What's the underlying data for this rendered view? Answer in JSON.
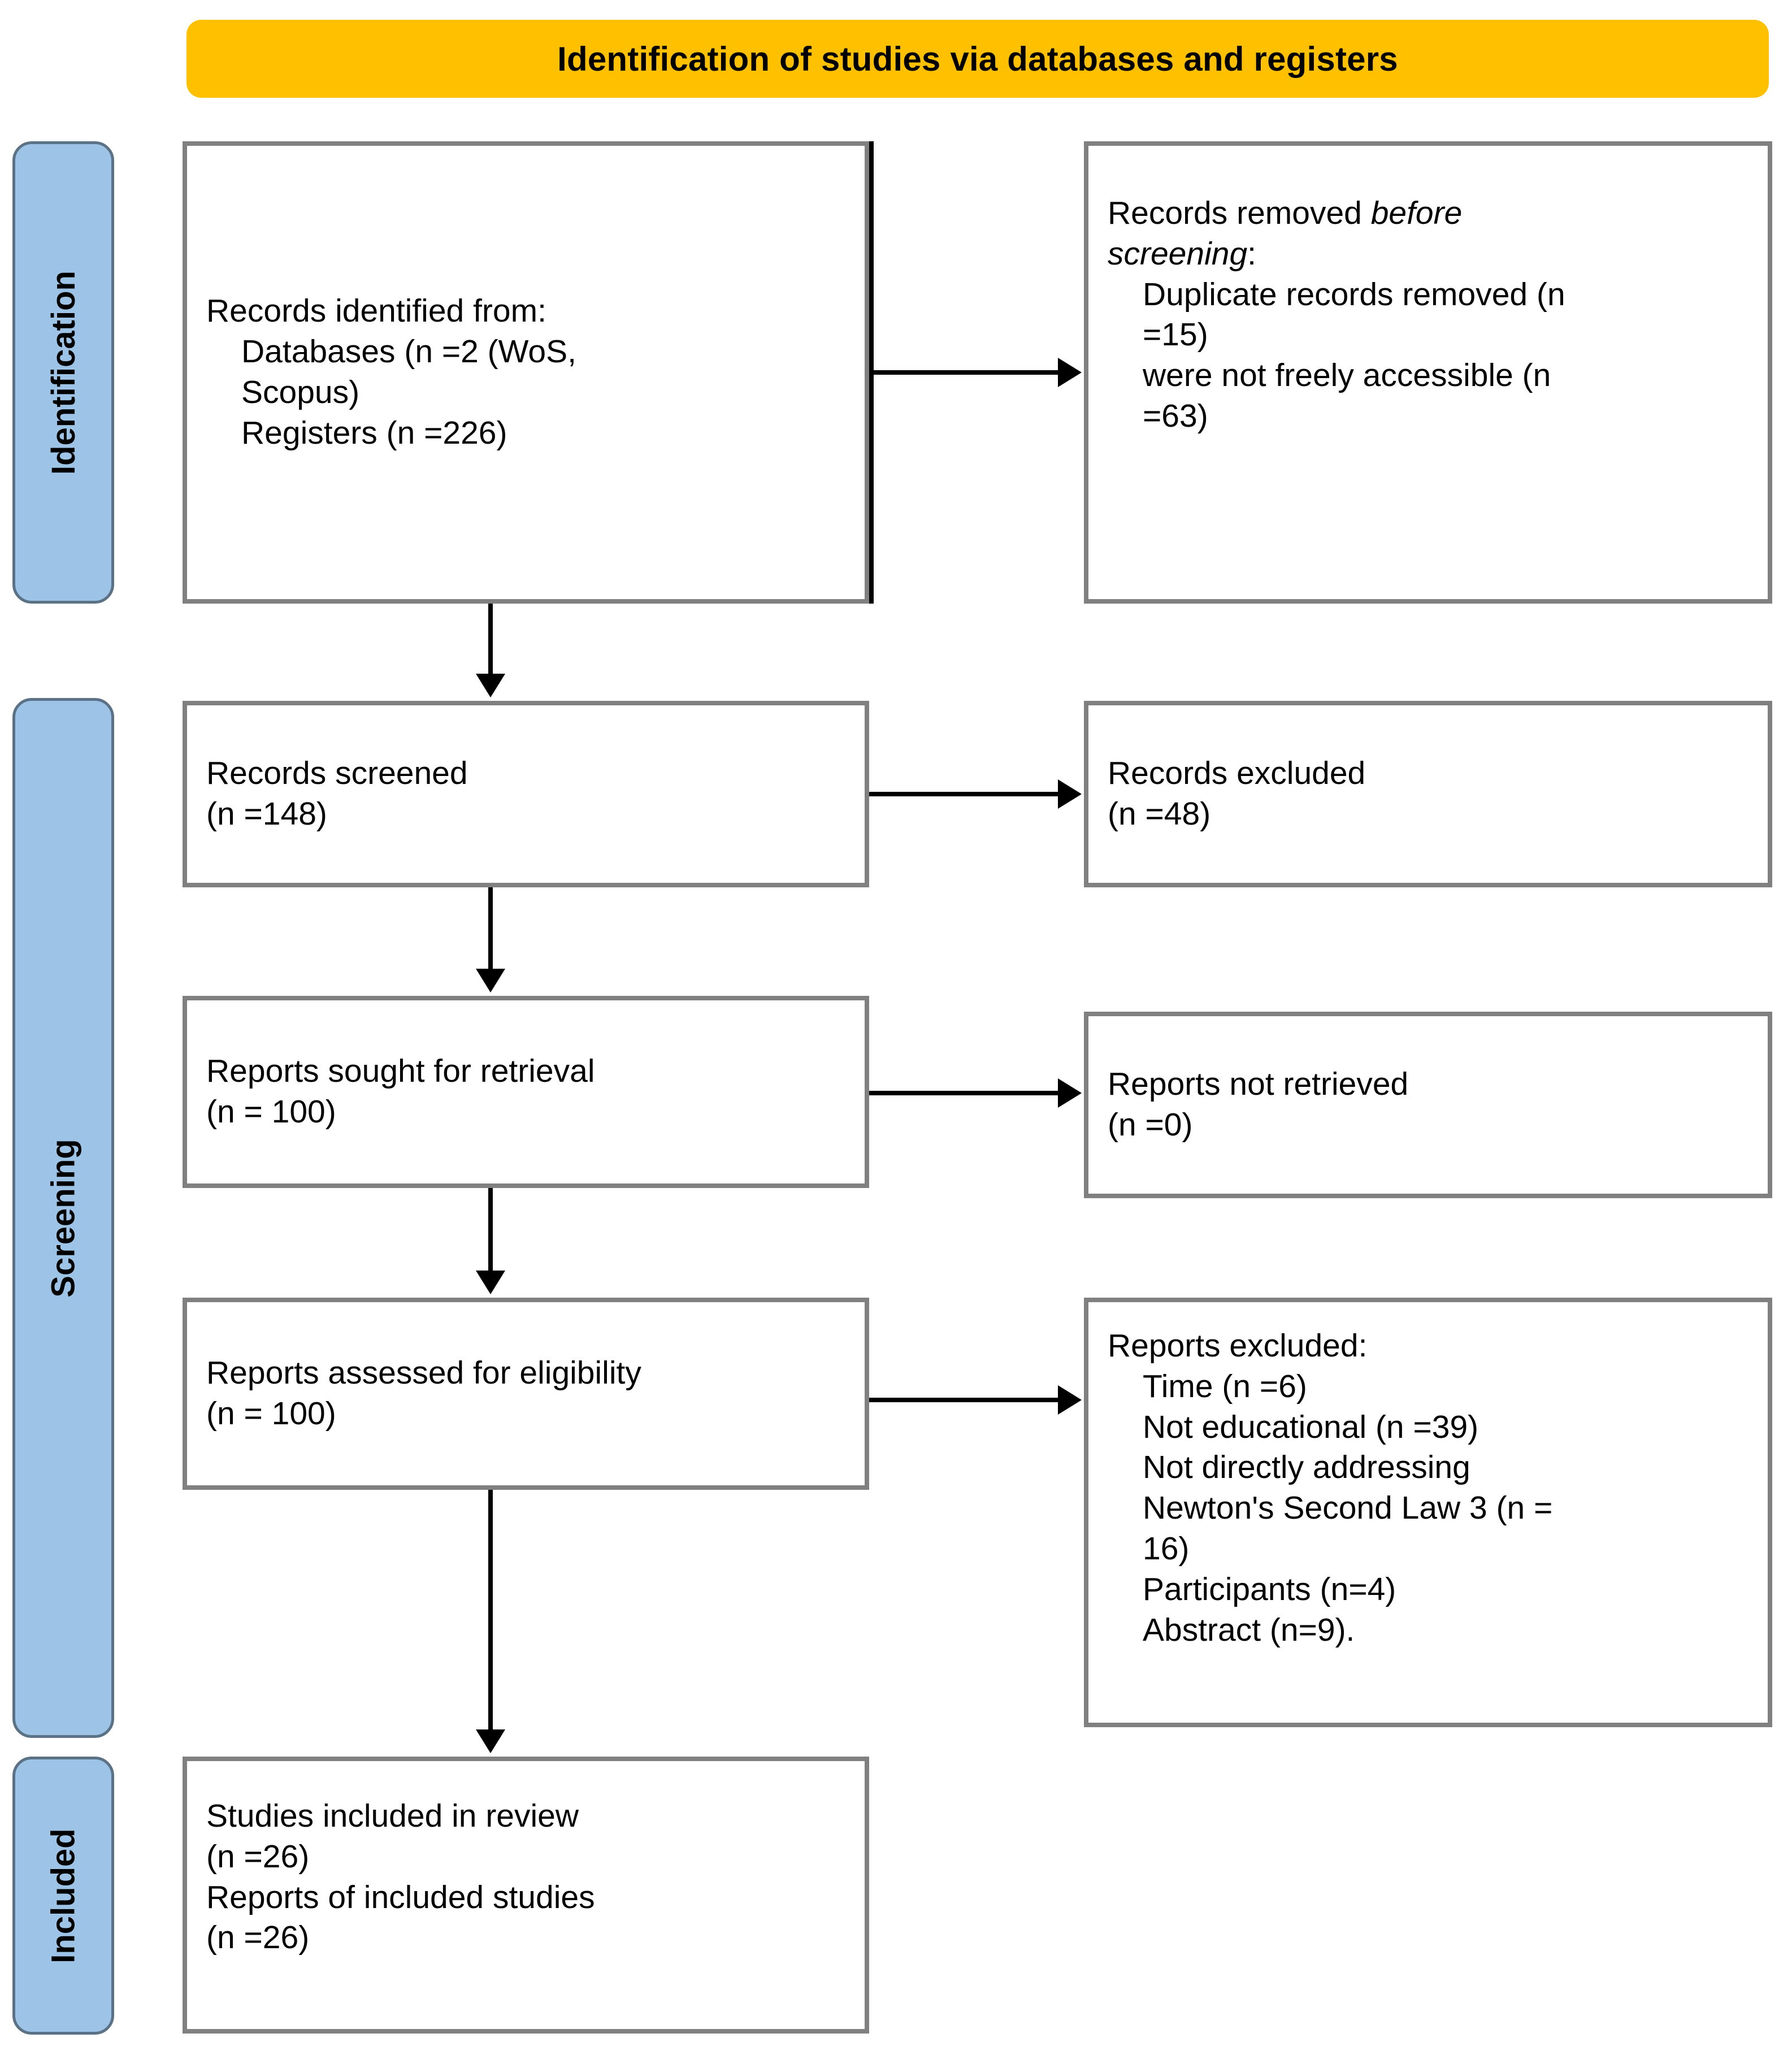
{
  "banner": {
    "title": "Identification of studies via databases and registers",
    "color": "#FFC000"
  },
  "stages": [
    {
      "label": "Identification"
    },
    {
      "label": "Screening"
    },
    {
      "label": "Included"
    }
  ],
  "colors": {
    "accent": "#FFC000",
    "stage_bg": "#9DC3E6",
    "stage_border": "#5B7185",
    "box_border": "#808080",
    "connector": "#000000"
  },
  "nodes": {
    "identified": {
      "title": "Records identified from:",
      "line2": "Databases (n =2 (WoS,",
      "line3": "Scopus)",
      "line4": "Registers (n =226)"
    },
    "removed": {
      "line1": "Records removed ",
      "line1_italic": "before",
      "line2_italic": "screening",
      "line2_tail": ":",
      "line3": "Duplicate records removed (n",
      "line4": "=15)",
      "line5": "were not freely accessible (n",
      "line6": "=63)"
    },
    "screened": {
      "title": "Records screened",
      "count": "(n =148)"
    },
    "records_excluded": {
      "title": "Records excluded",
      "count": "(n =48)"
    },
    "sought": {
      "title": "Reports sought for retrieval",
      "count": "(n = 100)"
    },
    "not_retrieved": {
      "title": "Reports not retrieved",
      "count": "(n =0)"
    },
    "assessed": {
      "title": "Reports assessed for eligibility",
      "count": "(n = 100)"
    },
    "reports_excluded": {
      "title": "Reports excluded:",
      "r1": "Time (n =6)",
      "r2": "Not educational (n =39)",
      "r3": "Not directly addressing",
      "r4": "Newton's Second Law 3 (n =",
      "r5": "16)",
      "r6": "Participants (n=4)",
      "r7": "Abstract (n=9)."
    },
    "included": {
      "line1": "Studies included in review",
      "line2": "(n =26)",
      "line3": "Reports of included studies",
      "line4": "(n =26)"
    }
  }
}
